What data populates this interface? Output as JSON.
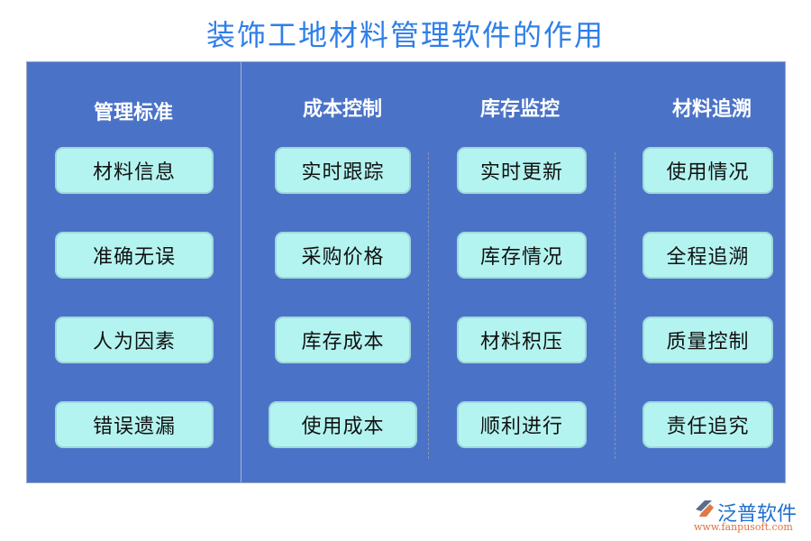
{
  "title": "装饰工地材料管理软件的作用",
  "columns": [
    {
      "heading": "管理标准",
      "items": [
        "材料信息",
        "准确无误",
        "人为因素",
        "错误遗漏"
      ]
    },
    {
      "heading": "成本控制",
      "items": [
        "实时跟踪",
        "采购价格",
        "库存成本",
        "使用成本"
      ]
    },
    {
      "heading": "库存监控",
      "items": [
        "实时更新",
        "库存情况",
        "材料积压",
        "顺利进行"
      ]
    },
    {
      "heading": "材料追溯",
      "items": [
        "使用情况",
        "全程追溯",
        "质量控制",
        "责任追究"
      ]
    }
  ],
  "logo": {
    "name": "泛普软件",
    "url": "www.fanpusoft.com"
  },
  "colors": {
    "title": "#2f7fe8",
    "panel": "#4a73c8",
    "card": "#b4f4f0"
  }
}
